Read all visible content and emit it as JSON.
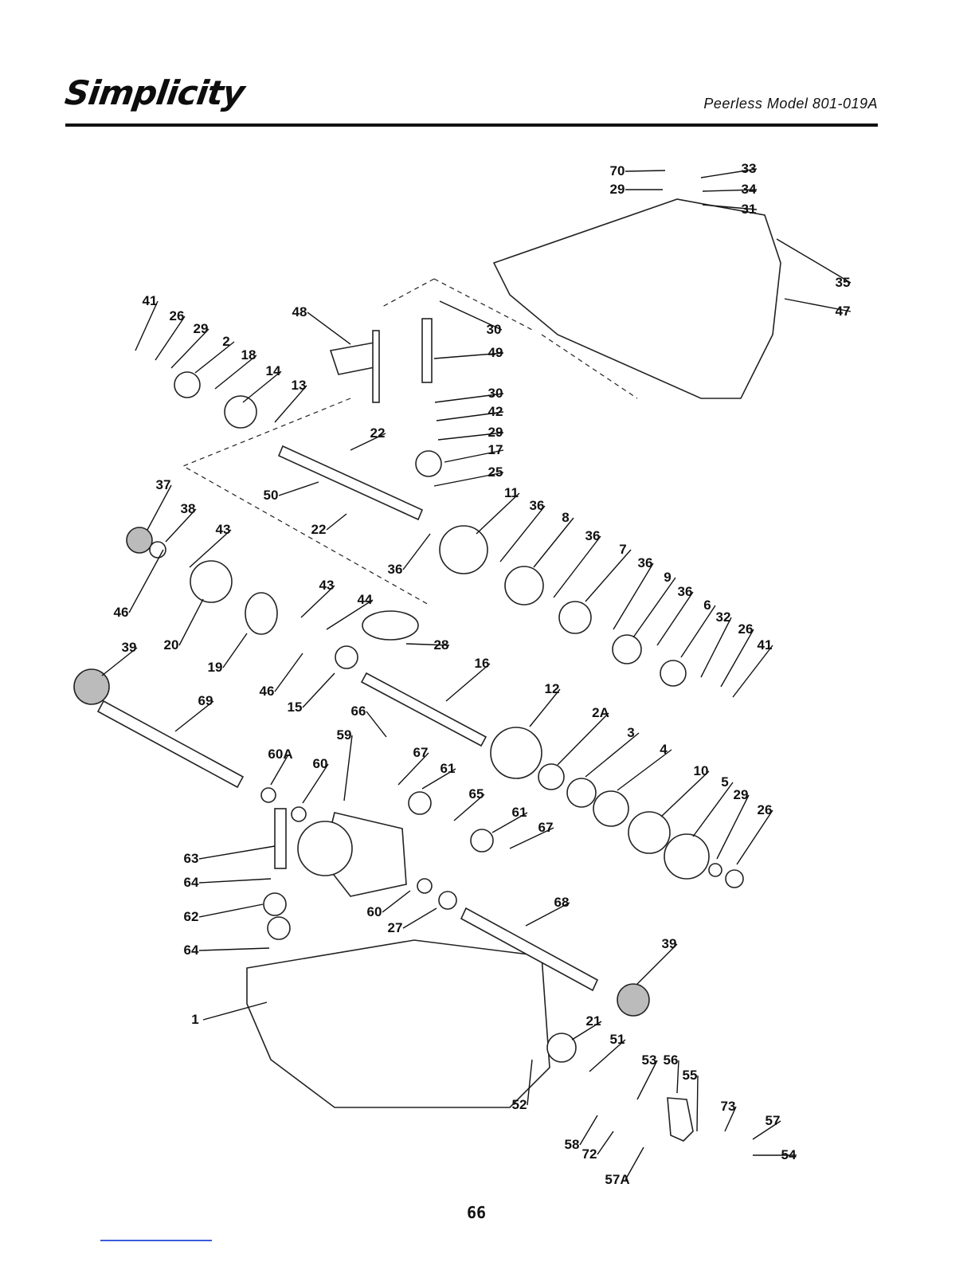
{
  "header": {
    "brand": "Simplicity",
    "model": "Peerless Model 801-019A"
  },
  "page_number": "66",
  "callouts": [
    {
      "id": "70",
      "text": "70"
    },
    {
      "id": "33",
      "text": "33"
    },
    {
      "id": "29a",
      "text": "29"
    },
    {
      "id": "34",
      "text": "34"
    },
    {
      "id": "31",
      "text": "31"
    },
    {
      "id": "35",
      "text": "35"
    },
    {
      "id": "47",
      "text": "47"
    },
    {
      "id": "41a",
      "text": "41"
    },
    {
      "id": "26a",
      "text": "26"
    },
    {
      "id": "29b",
      "text": "29"
    },
    {
      "id": "2",
      "text": "2"
    },
    {
      "id": "18",
      "text": "18"
    },
    {
      "id": "14",
      "text": "14"
    },
    {
      "id": "13",
      "text": "13"
    },
    {
      "id": "48",
      "text": "48"
    },
    {
      "id": "30a",
      "text": "30"
    },
    {
      "id": "49",
      "text": "49"
    },
    {
      "id": "30b",
      "text": "30"
    },
    {
      "id": "42",
      "text": "42"
    },
    {
      "id": "29c",
      "text": "29"
    },
    {
      "id": "17",
      "text": "17"
    },
    {
      "id": "25",
      "text": "25"
    },
    {
      "id": "22a",
      "text": "22"
    },
    {
      "id": "50",
      "text": "50"
    },
    {
      "id": "22b",
      "text": "22"
    },
    {
      "id": "37",
      "text": "37"
    },
    {
      "id": "38",
      "text": "38"
    },
    {
      "id": "43a",
      "text": "43"
    },
    {
      "id": "46a",
      "text": "46"
    },
    {
      "id": "11",
      "text": "11"
    },
    {
      "id": "36a",
      "text": "36"
    },
    {
      "id": "36b",
      "text": "36"
    },
    {
      "id": "8",
      "text": "8"
    },
    {
      "id": "36c",
      "text": "36"
    },
    {
      "id": "7",
      "text": "7"
    },
    {
      "id": "36d",
      "text": "36"
    },
    {
      "id": "9",
      "text": "9"
    },
    {
      "id": "36e",
      "text": "36"
    },
    {
      "id": "6",
      "text": "6"
    },
    {
      "id": "32",
      "text": "32"
    },
    {
      "id": "26b",
      "text": "26"
    },
    {
      "id": "41b",
      "text": "41"
    },
    {
      "id": "20",
      "text": "20"
    },
    {
      "id": "19",
      "text": "19"
    },
    {
      "id": "43b",
      "text": "43"
    },
    {
      "id": "44",
      "text": "44"
    },
    {
      "id": "28",
      "text": "28"
    },
    {
      "id": "39a",
      "text": "39"
    },
    {
      "id": "46b",
      "text": "46"
    },
    {
      "id": "15",
      "text": "15"
    },
    {
      "id": "16",
      "text": "16"
    },
    {
      "id": "69",
      "text": "69"
    },
    {
      "id": "66",
      "text": "66"
    },
    {
      "id": "12",
      "text": "12"
    },
    {
      "id": "2A",
      "text": "2A"
    },
    {
      "id": "59",
      "text": "59"
    },
    {
      "id": "60A",
      "text": "60A"
    },
    {
      "id": "60a",
      "text": "60"
    },
    {
      "id": "67a",
      "text": "67"
    },
    {
      "id": "61a",
      "text": "61"
    },
    {
      "id": "3",
      "text": "3"
    },
    {
      "id": "4",
      "text": "4"
    },
    {
      "id": "10",
      "text": "10"
    },
    {
      "id": "5",
      "text": "5"
    },
    {
      "id": "29d",
      "text": "29"
    },
    {
      "id": "26c",
      "text": "26"
    },
    {
      "id": "65",
      "text": "65"
    },
    {
      "id": "61b",
      "text": "61"
    },
    {
      "id": "67b",
      "text": "67"
    },
    {
      "id": "63",
      "text": "63"
    },
    {
      "id": "64a",
      "text": "64"
    },
    {
      "id": "62",
      "text": "62"
    },
    {
      "id": "64b",
      "text": "64"
    },
    {
      "id": "60b",
      "text": "60"
    },
    {
      "id": "27",
      "text": "27"
    },
    {
      "id": "68",
      "text": "68"
    },
    {
      "id": "39b",
      "text": "39"
    },
    {
      "id": "1",
      "text": "1"
    },
    {
      "id": "21",
      "text": "21"
    },
    {
      "id": "51",
      "text": "51"
    },
    {
      "id": "53",
      "text": "53"
    },
    {
      "id": "56",
      "text": "56"
    },
    {
      "id": "55",
      "text": "55"
    },
    {
      "id": "52",
      "text": "52"
    },
    {
      "id": "73",
      "text": "73"
    },
    {
      "id": "57",
      "text": "57"
    },
    {
      "id": "58",
      "text": "58"
    },
    {
      "id": "72",
      "text": "72"
    },
    {
      "id": "54",
      "text": "54"
    },
    {
      "id": "57A",
      "text": "57A"
    }
  ]
}
